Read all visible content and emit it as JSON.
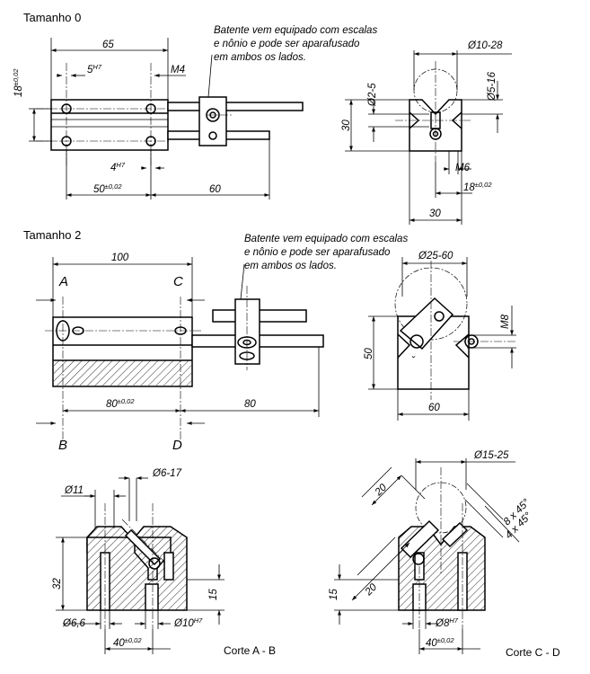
{
  "size0": {
    "heading": "Tamanho 0",
    "note": [
      "Batente vem equipado com escalas",
      "e nônio e pode ser aparafusado",
      "em ambos os lados."
    ],
    "dims": {
      "width_65": "65",
      "hole_5": "5",
      "hole_5_tol": "H7",
      "thread_m4": "M4",
      "height_18": "18",
      "height_18_tol": "±0,02",
      "hole_4": "4",
      "hole_4_tol": "H7",
      "pitch_50": "50",
      "pitch_50_tol": "±0,02",
      "travel_60": "60",
      "dia_10_28": "Ø10-28",
      "dia_2_5": "Ø2-5",
      "dia_5_16": "Ø5-16",
      "height_30": "30",
      "thread_m6": "M6",
      "depth_18": "18",
      "depth_18_tol": "±0,02",
      "width_30": "30"
    }
  },
  "size2": {
    "heading": "Tamanho 2",
    "note": [
      "Batente vem equipado com escalas",
      "e nônio e pode ser aparafusado",
      "em ambos os lados."
    ],
    "dims": {
      "width_100": "100",
      "pitch_80": "80",
      "pitch_80_tol": "±0,02",
      "travel_80": "80",
      "dia_25_60": "Ø25-60",
      "thread_m8": "M8",
      "height_50": "50",
      "width_60": "60"
    },
    "section_marks": {
      "a": "A",
      "b": "B",
      "c": "C",
      "d": "D"
    }
  },
  "section_ab": {
    "caption": "Corte A - B",
    "dims": {
      "dia_11": "Ø11",
      "dia_6_17": "Ø6-17",
      "height_32": "32",
      "height_15": "15",
      "dia_6_6": "Ø6,6",
      "dia_10": "Ø10",
      "dia_10_tol": "H7",
      "pitch_40": "40",
      "pitch_40_tol": "±0,02"
    }
  },
  "section_cd": {
    "caption": "Corte C - D",
    "dims": {
      "dia_15_25": "Ø15-25",
      "size_20_top": "20",
      "chamfer_8": "8 x 45°",
      "chamfer_4": "4 x 45°",
      "height_15": "15",
      "size_20_mid": "20",
      "dia_8": "Ø8",
      "dia_8_tol": "H7",
      "pitch_40": "40",
      "pitch_40_tol": "±0,02"
    }
  }
}
